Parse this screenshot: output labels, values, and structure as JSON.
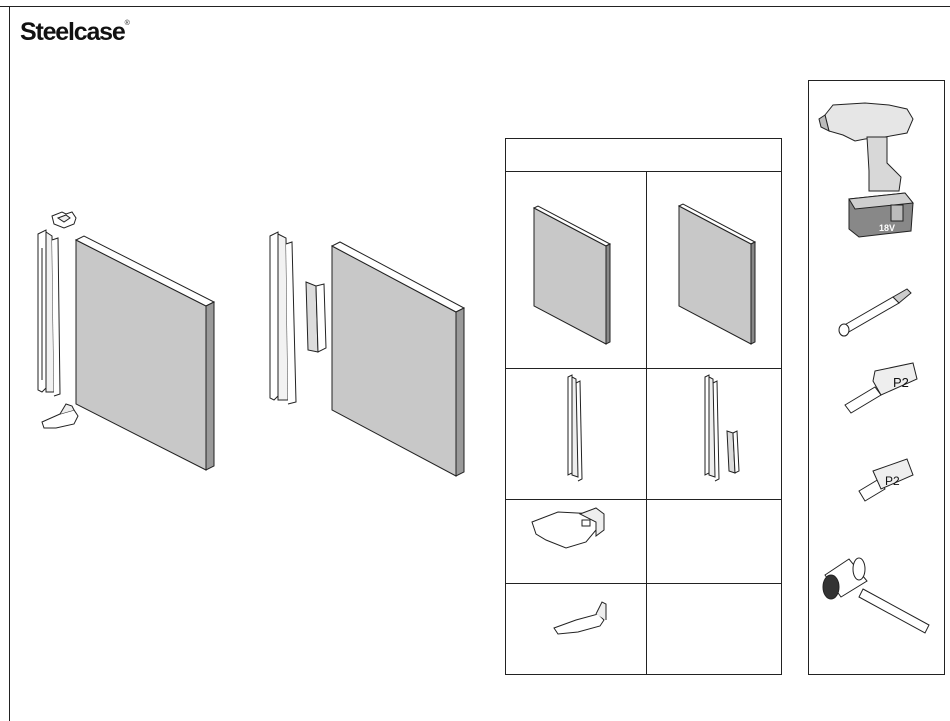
{
  "brand": {
    "name": "Steelcase",
    "mark": "®"
  },
  "tools": {
    "drill_voltage": "18V",
    "bit_1_label": "P2",
    "bit_2_label": "P2"
  }
}
